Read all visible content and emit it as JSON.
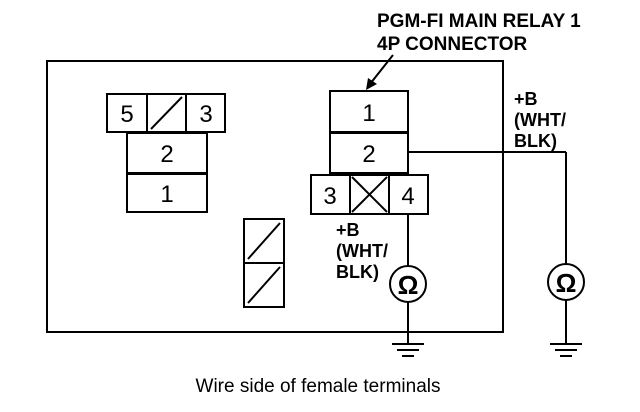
{
  "title": {
    "line1": "PGM-FI MAIN RELAY 1",
    "line2": "4P CONNECTOR"
  },
  "left_connector": {
    "top_row": [
      "5",
      "3"
    ],
    "middle": "2",
    "bottom": "1"
  },
  "main_connector": {
    "cells": [
      "1",
      "2",
      "3",
      "4"
    ]
  },
  "meter_label_right": {
    "line1": "+B",
    "line2": "(WHT/",
    "line3": "BLK)"
  },
  "meter_label_center": {
    "line1": "+B",
    "line2": "(WHT/",
    "line3": "BLK)"
  },
  "ohm_symbol": "Ω",
  "caption": "Wire side of female terminals",
  "colors": {
    "line": "#000000",
    "background": "#ffffff"
  }
}
